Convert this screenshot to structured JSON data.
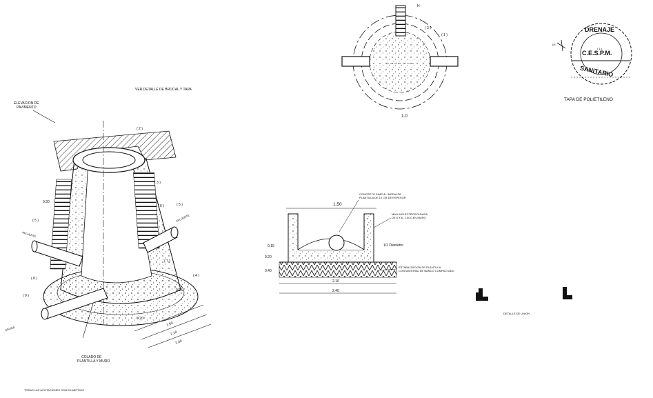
{
  "sheet": {
    "iso_label": "VER DETALLE DE BROCAL Y TAPA",
    "elev_pavimento": [
      "ELEVACION DE",
      "PAVIMENTO"
    ],
    "colado": [
      "COLADO DE",
      "PLANTILLA Y MURO"
    ],
    "footnote": "TODAS LAS ACOTACIONES SON EN METROS",
    "salida": "SALIDA",
    "afluente_left": "AFLUENTE",
    "afluente_right": "AFLUENTE",
    "iso_dims": {
      "d030": "0.30",
      "d020": "0.20",
      "d150": "1.50",
      "d210": "2.10",
      "d240": "2.40",
      "d015": "0.15"
    },
    "iso_callouts": [
      "( 2 )",
      "( 3 )",
      "( 4 )",
      "( 5 )",
      "( 6 )",
      "( 7 )",
      "( 8 )",
      "( 9 )",
      "( 5 )"
    ],
    "plan_callouts": [
      "H",
      "( 3 )",
      "( 1 )"
    ],
    "plan_dim": "1.0",
    "cover_ring_top": "DRENAJE",
    "cover_center": "C.E.S.P.M.",
    "cover_ring_bottom": "SANITARIO",
    "cover_center_small": "( 1 )",
    "cover_caption": "TAPA DE POLIETILENO",
    "cover_dim": "1/4",
    "section_notes": [
      "CONCRETO SIMPLE / MEDIA DE",
      "PLANTILLA DE 10 CM DE ESPESOR"
    ],
    "section_notes2": [
      "MALLA ELECTROSOLDADA",
      "DE 6 X 6 - 10/10 EN MURO"
    ],
    "section_diam": "1/2 Diametro",
    "section_estab": [
      "ESTABILIZACION DE PLANTILLA",
      "CON MATERIAL DE BANCO COMPACTADO"
    ],
    "section_dims": {
      "top": "1.50",
      "h015": "0.15",
      "h020": "0.20",
      "h040": "0.40",
      "w210": "2.10",
      "w240": "2.40"
    },
    "detail_caption": "DETALLE DE UNION"
  }
}
